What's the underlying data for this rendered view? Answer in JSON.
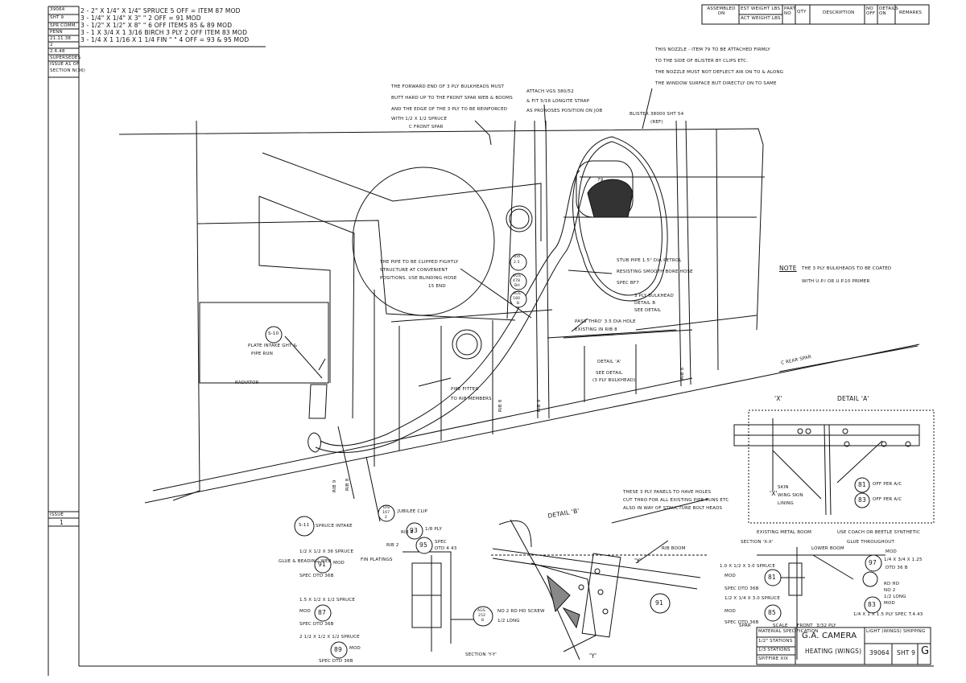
{
  "left_strip": {
    "items": [
      "39064",
      "SHT 9",
      "SPR Comm.",
      "PENN",
      "21.11.38",
      "2",
      "2.6.48",
      "Supersedes",
      "Issue A1 of",
      "Section N(36)"
    ],
    "issue_label": "Issue",
    "issue_value": "1"
  },
  "parts_list": [
    "2 - 2\" x 1/4\" x 1/4\" Spruce   5 off = Item 87 mod",
    "3 - 1/4\" x 1/4\" x 3\"  \"   2 off = 91 mod",
    "3 - 1/2\" x 1/2\" x 8\"  \"   6 off  Items 85 & 89 mod",
    "3 - 1 x 3/4 x 1 3/16 Birch 3 Ply 2 off Item 83 mod",
    "3 - 1/4 x 1 1/16 x 1 1/4 Fin \"  \"  4 off = 93 & 95 mod"
  ],
  "revision_header": {
    "assembled_on": "Assembled on",
    "est_weight": "Est Weight  lbs",
    "act_weight": "Act Weight  lbs",
    "part_no": "Part No",
    "qty": "Qty",
    "description": "Description",
    "no_off": "No Off",
    "details_on": "Details on",
    "remarks": "Remarks"
  },
  "notes": {
    "nozzle": [
      "This nozzle - Item 79 to be attached firmly",
      "to the side of blister by clips etc.",
      "The nozzle must not deflect air on to & along",
      "the window surface but directly on to same"
    ],
    "forward_end": [
      "The forward end of 3 Ply bulkheads must",
      "butt hard up to the front spar web & booms",
      "and the edge of the 3 Ply to be reinforced",
      "with 1/2 x 1/2 Spruce"
    ],
    "front_spar": "C Front Spar",
    "attach": [
      "Attach VGS 380/52",
      "& fit 5/16 longite strap",
      "as pronoses position on job"
    ],
    "blister": [
      "Blister 38000 Sht 54",
      "(Ref)"
    ],
    "pipe_clipped": [
      "The pipe to be clipped fightly",
      "structure at convenient",
      "positions. Use blinding hose",
      "15 end"
    ],
    "stub_pipe": [
      "Stub pipe 1.5\" Dia Petrol",
      "Resisting smooth bore hose",
      "Spec BF7"
    ],
    "ply_bulkhead": [
      "3 Ply Bulkhead",
      "Detail B",
      "See Detail"
    ],
    "pass_thro": [
      "Pass thro' 3.5 Dia hole",
      "existing in Rib 8"
    ],
    "detail_a": [
      "Detail 'A'",
      "See Detail",
      "(3 Ply Bulkhead)"
    ],
    "rear_spar": "C Rear Spar",
    "rib_labels": [
      "Rib 8",
      "Rib 9",
      "Rib 8",
      "Rib 8",
      "Rib 9"
    ],
    "note_label": "Note",
    "note_text": [
      "The 3 Ply bulkheads to be coated",
      "with U.P.I or U.P.10 Primer"
    ],
    "plate_intake": [
      "Plate intake Ght &",
      "Pipe Run"
    ],
    "radiator": "Radiator",
    "pipe_fitted": [
      "Pipe fitted",
      "to Rib members"
    ],
    "dia_stamp": [
      "Dia",
      "2.5",
      "VGS",
      "478",
      "BH",
      "AGS",
      "180",
      "B"
    ],
    "intake": "Spruce Intake",
    "jubilee": "Jubilee Clip",
    "plates": [
      "These 3 Ply panels to have holes",
      "cut thro for all existing pipe runs etc",
      "also in way of structure bolt heads"
    ],
    "detail_b": "Detail 'B'",
    "rib_boom": "Rib Boom",
    "section_yy": "Section 'Y-Y'",
    "section_xx": "Section 'X-X'",
    "existing_metal_boom": "Existing Metal Boom",
    "use_coach": [
      "Use Coach or Beetle Synthetic",
      "Glue throughout"
    ],
    "detail_a2": "Detail 'A'",
    "x_mark": "'X'",
    "y_mark": "'Y'",
    "glue_beading": "Glue & Beading Web",
    "fin_platings": "Fin Platings",
    "skin_labels": [
      "Skin",
      "Wing skin",
      "Lining",
      "Lower Boom"
    ],
    "spar": "Spar",
    "ply": "3/32 Ply",
    "bolt_note": [
      "No 2 Rd Hd Screw",
      "1/2 long"
    ],
    "ags_label": [
      "AGS",
      "252",
      "B"
    ],
    "m2_screw": [
      "Rd Hd",
      "No 2",
      "1/2 long"
    ],
    "front_small": "Front"
  },
  "callouts": {
    "item_79": "79",
    "item_81": "81",
    "item_83": "83",
    "item_85": "85",
    "item_87": "87",
    "item_89": "89",
    "item_91": "91",
    "item_93": "93",
    "item_95": "95",
    "item_97": "97",
    "intake_tag": "S-10",
    "intake2_tag": "S-11",
    "jubilee_tag": [
      "DIS",
      "167",
      "2"
    ]
  },
  "material_specs": {
    "m93": "1/8 Ply",
    "m95": [
      "Spec",
      "DTD 4 43"
    ],
    "m91": [
      "1/2 x 1/2 x 36 Spruce",
      "mod",
      "Spec DTD 36B"
    ],
    "m87": [
      "1.5 x 1/2 x 1/2 Spruce",
      "mod",
      "Spec DTD 36B"
    ],
    "m89": [
      "2 1/2 x 1/2 x 1/2 Spruce",
      "mod",
      "Spec DTD 36B"
    ],
    "m81": [
      "Off per A/C",
      "Off per A/C"
    ],
    "m81r": [
      "1.0 x 1/2 x 3.0 Spruce",
      "mod",
      "Spec DTD 36B"
    ],
    "m85r": [
      "1/2 x 1/4 x 3.0 Spruce",
      "mod",
      "Spec DTD 36B"
    ],
    "m97": [
      "mod",
      "1/4 x 3/4 x 1.25",
      "DTD 36 B"
    ],
    "m83r": [
      "mod",
      "1/4 x 1 x 1.5 Ply Spec T.4.43"
    ],
    "rib": "Rib 2",
    "rib8": "Rib 8"
  },
  "title_block": {
    "title": "G.A. CAMERA",
    "subtitle": "HEATING (WINGS)",
    "drawing_no": "39064",
    "sheet": "SHT 9",
    "revision": "G",
    "scale": "Scale",
    "rows": [
      "Material Specification",
      "1/2\" Stations",
      "1/3 Stations",
      "Spitfire XIX"
    ],
    "lines": [
      "Light (Wings) Shipping"
    ]
  }
}
